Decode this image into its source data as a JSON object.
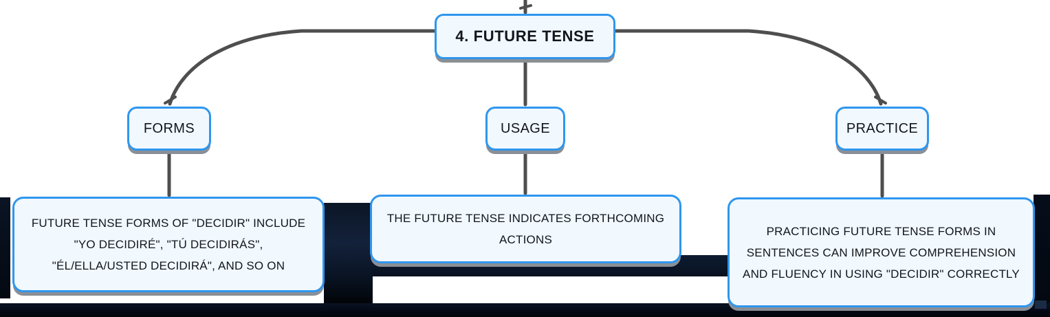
{
  "diagram": {
    "type": "mindmap",
    "root": {
      "label": "4. FUTURE TENSE"
    },
    "branches": [
      {
        "id": "forms",
        "label": "FORMS",
        "detail": "FUTURE TENSE FORMS OF \"DECIDIR\" INCLUDE \"YO DECIDIRÉ\", \"TÚ DECIDIRÁS\", \"ÉL/ELLA/USTED DECIDIRÁ\", AND SO ON"
      },
      {
        "id": "usage",
        "label": "USAGE",
        "detail": "THE FUTURE TENSE INDICATES FORTHCOMING ACTIONS"
      },
      {
        "id": "practice",
        "label": "PRACTICE",
        "detail": "PRACTICING FUTURE TENSE FORMS IN SENTENCES CAN IMPROVE COMPREHENSION AND FLUENCY IN USING \"DECIDIR\" CORRECTLY"
      }
    ],
    "colors": {
      "node_border": "#2e96ee",
      "node_fill": "#f1f8fe",
      "node_text": "#12151d",
      "connector": "#4e4e4e",
      "node_shadow": "#8a8f96",
      "background": "#ffffff",
      "dark_remnant": "#0b1626"
    }
  }
}
